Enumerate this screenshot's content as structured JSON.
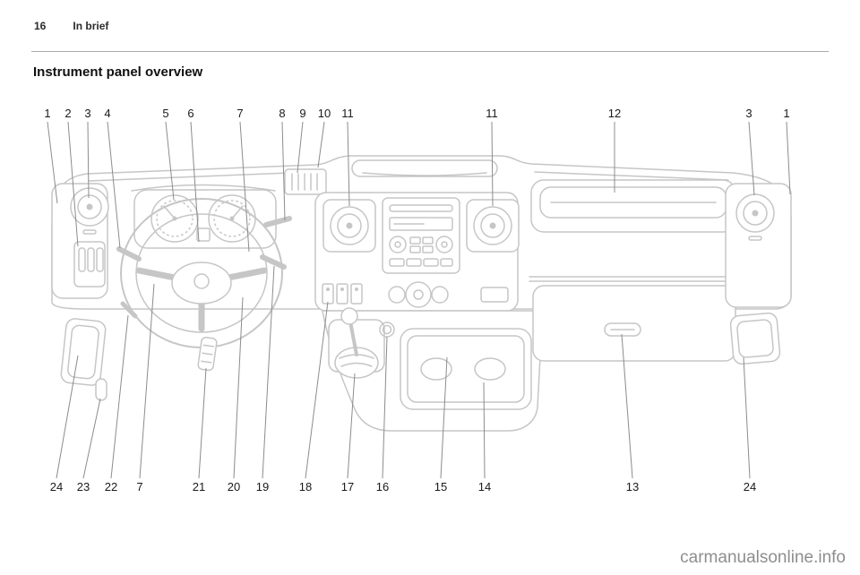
{
  "page": {
    "number": "16",
    "section": "In brief",
    "heading": "Instrument panel overview",
    "watermark": "carmanualsonline.info"
  },
  "figure": {
    "description": "Line drawing of the vehicle instrument panel with numbered callouts",
    "top_callouts": [
      "1",
      "2",
      "3",
      "4",
      "5",
      "6",
      "7",
      "8",
      "9",
      "10",
      "11",
      "11",
      "12",
      "3",
      "1"
    ],
    "bottom_callouts": [
      "24",
      "23",
      "22",
      "7",
      "21",
      "20",
      "19",
      "18",
      "17",
      "16",
      "15",
      "14",
      "13",
      "24"
    ]
  }
}
